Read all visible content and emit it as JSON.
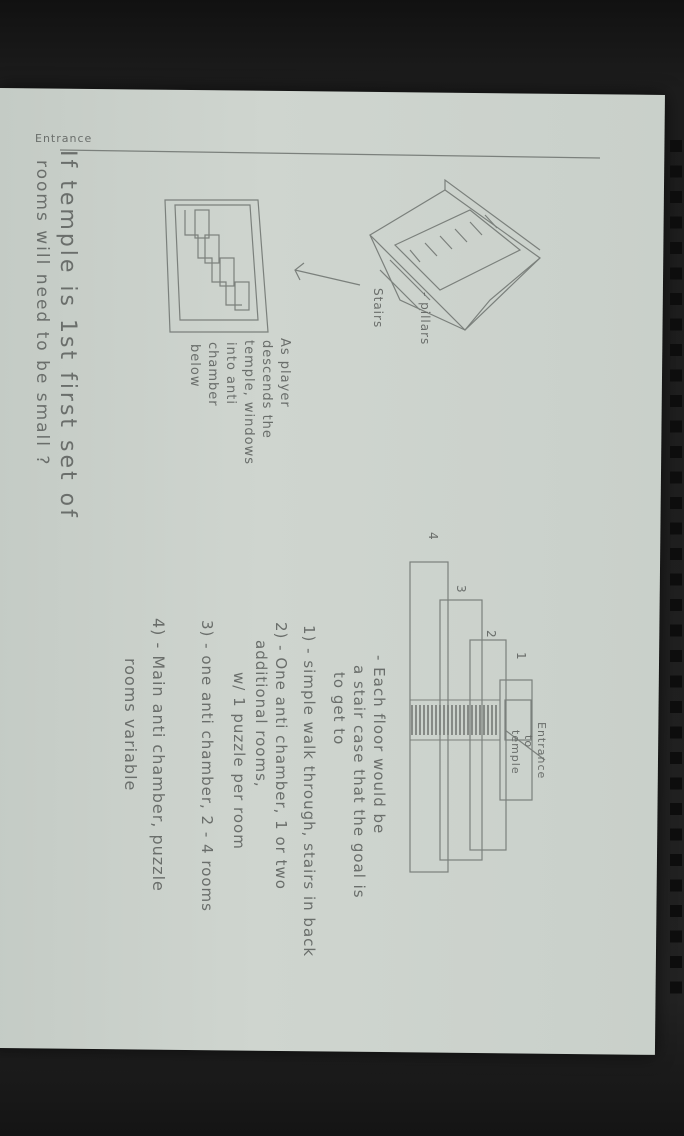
{
  "title_line_1": "If temple is 1st first set of",
  "title_line_2": "rooms will need to be small ?",
  "sketch_labels": {
    "entrance": "Entrance",
    "pillars": "- pillars",
    "stairs": "Stairs"
  },
  "descent_note": [
    "As player",
    "descends the",
    "temple, windows",
    "into anti",
    "chamber",
    "below"
  ],
  "floor_numbers": [
    "1",
    "2",
    "3",
    "4"
  ],
  "entrance_label": [
    "Entrance",
    "to",
    "temple"
  ],
  "notes": [
    "- Each floor would be",
    "a stair case that the goal is",
    "to get to",
    "1) - simple walk through, stairs in back",
    "2) - One anti chamber, 1 or two",
    "additional rooms,",
    "w/ 1 puzzle per room",
    "3) - one anti chamber, 2 - 4 rooms",
    "4) - Main anti chamber, puzzle",
    "rooms variable"
  ]
}
